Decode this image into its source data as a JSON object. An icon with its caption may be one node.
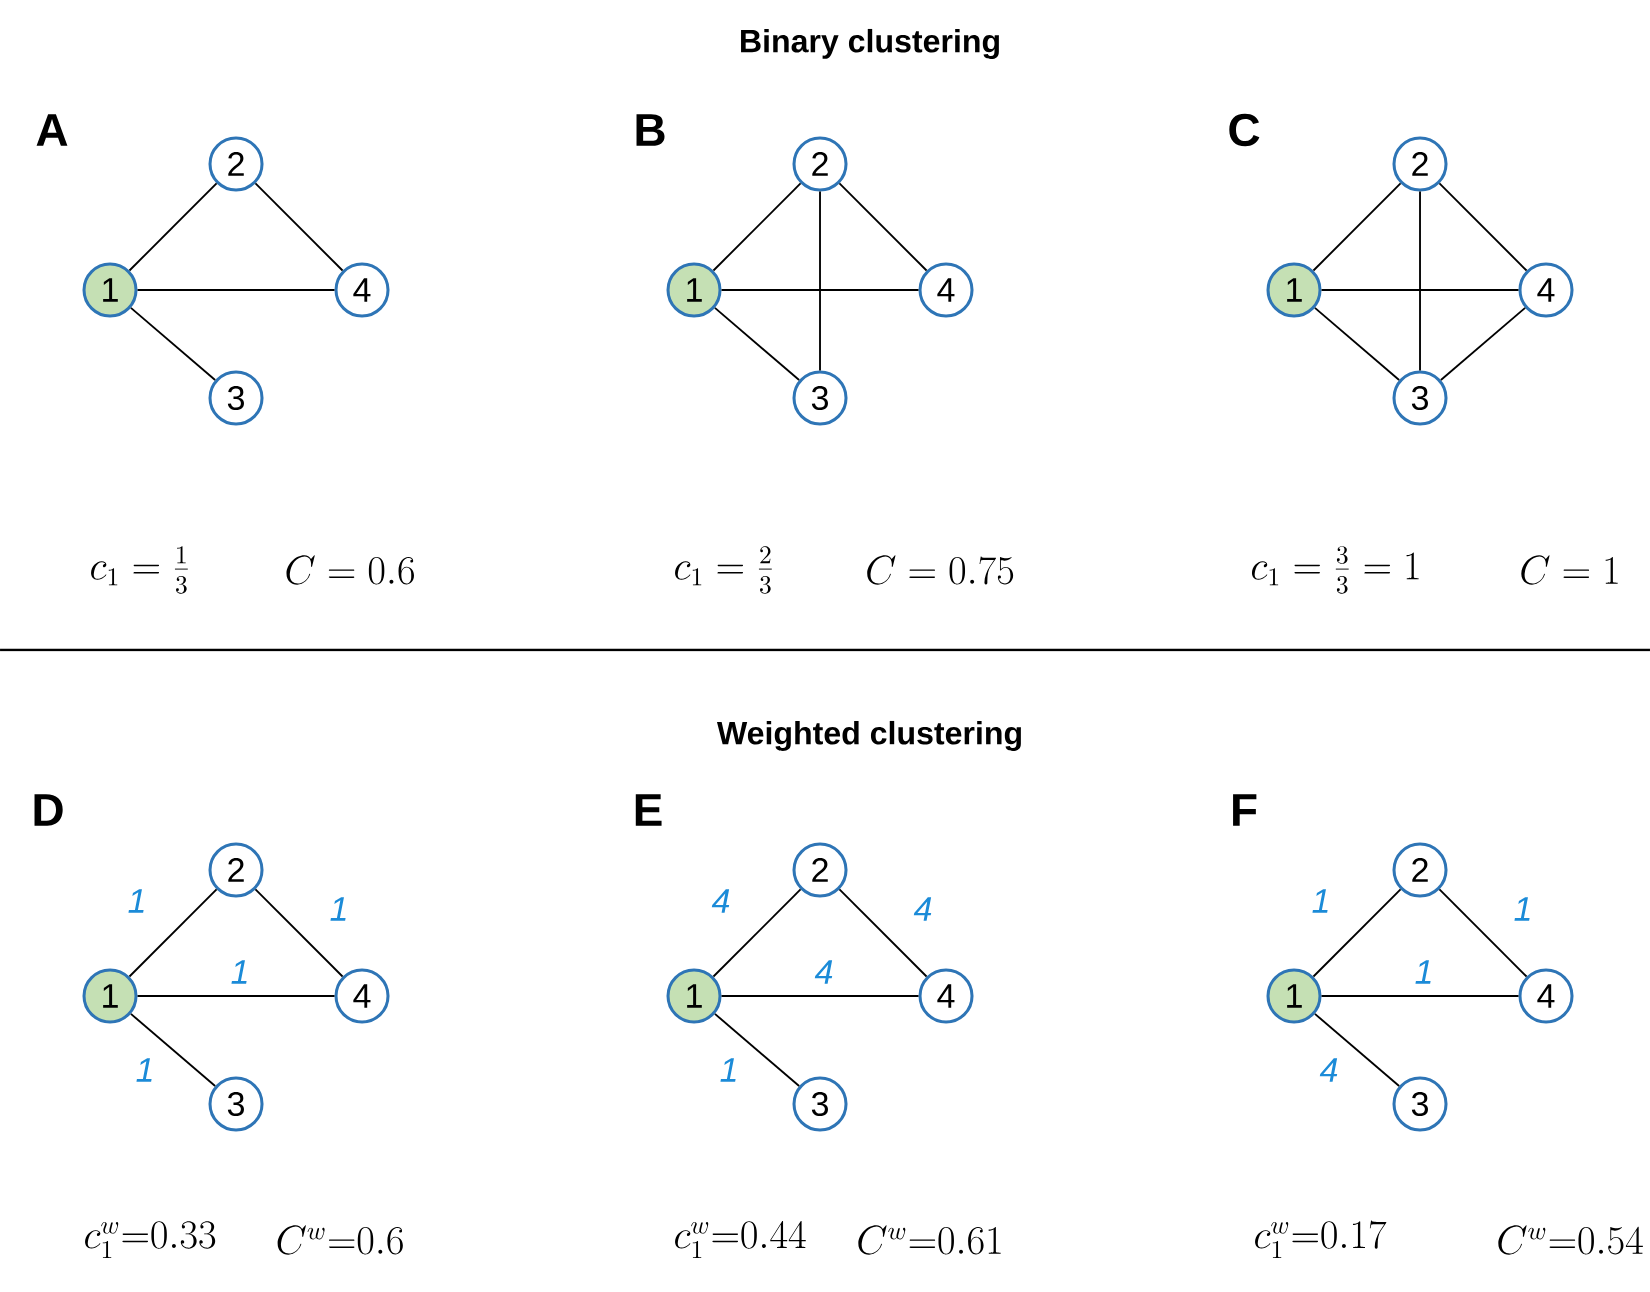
{
  "diagram": {
    "nodes": [
      {
        "text": [
          "1"
        ]
      },
      {
        "text": [
          "2"
        ]
      },
      {
        "text": [
          "3"
        ]
      },
      {
        "text": [
          "4"
        ]
      },
      {
        "text": [
          "1"
        ]
      },
      {
        "text": [
          "2"
        ]
      },
      {
        "text": [
          "3"
        ]
      },
      {
        "text": [
          "4"
        ]
      },
      {
        "text": [
          "1"
        ]
      },
      {
        "text": [
          "2"
        ]
      },
      {
        "text": [
          "3"
        ]
      },
      {
        "text": [
          "4"
        ]
      },
      {
        "text": [
          "1"
        ]
      },
      {
        "text": [
          "2"
        ]
      },
      {
        "text": [
          "3"
        ]
      },
      {
        "text": [
          "4"
        ]
      },
      {
        "text": [
          "1"
        ]
      },
      {
        "text": [
          "2"
        ]
      },
      {
        "text": [
          "3"
        ]
      },
      {
        "text": [
          "4"
        ]
      },
      {
        "text": [
          "1"
        ]
      },
      {
        "text": [
          "2"
        ]
      },
      {
        "text": [
          "3"
        ]
      },
      {
        "text": [
          "4"
        ]
      }
    ],
    "edges": [
      {
        "from": 0,
        "to": 1,
        "arrow": "none"
      },
      {
        "from": 0,
        "to": 3,
        "arrow": "none"
      },
      {
        "from": 0,
        "to": 2,
        "arrow": "none"
      },
      {
        "from": 1,
        "to": 3,
        "arrow": "none"
      },
      {
        "from": 4,
        "to": 5,
        "arrow": "none"
      },
      {
        "from": 4,
        "to": 7,
        "arrow": "none"
      },
      {
        "from": 4,
        "to": 6,
        "arrow": "none"
      },
      {
        "from": 5,
        "to": 7,
        "arrow": "none"
      },
      {
        "from": 5,
        "to": 6,
        "arrow": "none"
      },
      {
        "from": 8,
        "to": 9,
        "arrow": "none"
      },
      {
        "from": 8,
        "to": 11,
        "arrow": "none"
      },
      {
        "from": 8,
        "to": 10,
        "arrow": "none"
      },
      {
        "from": 9,
        "to": 11,
        "arrow": "none"
      },
      {
        "from": 9,
        "to": 10,
        "arrow": "none"
      },
      {
        "from": 10,
        "to": 11,
        "arrow": "none"
      },
      {
        "from": 12,
        "to": 13,
        "arrow": "none",
        "label": "1"
      },
      {
        "from": 12,
        "to": 15,
        "arrow": "none",
        "label": "1"
      },
      {
        "from": 12,
        "to": 14,
        "arrow": "none",
        "label": "1"
      },
      {
        "from": 13,
        "to": 15,
        "arrow": "none",
        "label": "1"
      },
      {
        "from": 16,
        "to": 17,
        "arrow": "none",
        "label": "4"
      },
      {
        "from": 16,
        "to": 19,
        "arrow": "none",
        "label": "4"
      },
      {
        "from": 16,
        "to": 18,
        "arrow": "none",
        "label": "1"
      },
      {
        "from": 17,
        "to": 19,
        "arrow": "none",
        "label": "4"
      },
      {
        "from": 20,
        "to": 21,
        "arrow": "none",
        "label": "1"
      },
      {
        "from": 20,
        "to": 23,
        "arrow": "none",
        "label": "1"
      },
      {
        "from": 20,
        "to": 22,
        "arrow": "none",
        "label": "4"
      },
      {
        "from": 21,
        "to": 23,
        "arrow": "none",
        "label": "1"
      }
    ],
    "labels": [
      "Binary clustering",
      "A",
      "B",
      "C",
      "c_1 = \\frac{1}{3}",
      "C = 0.6",
      "c_1 = \\frac{2}{3}",
      "C = 0.75",
      "c_1 = \\frac{3}{3} = 1",
      "C = 1",
      "Weighted clustering",
      "D",
      "E",
      "F",
      "c_1^{w}{=}0.33",
      "C^{w}{=}0.6",
      "c_1^{w}{=}0.44",
      "C^{w}{=}0.61",
      "c_1^{w}{=}0.17",
      "C^{w}{=}0.54"
    ]
  }
}
